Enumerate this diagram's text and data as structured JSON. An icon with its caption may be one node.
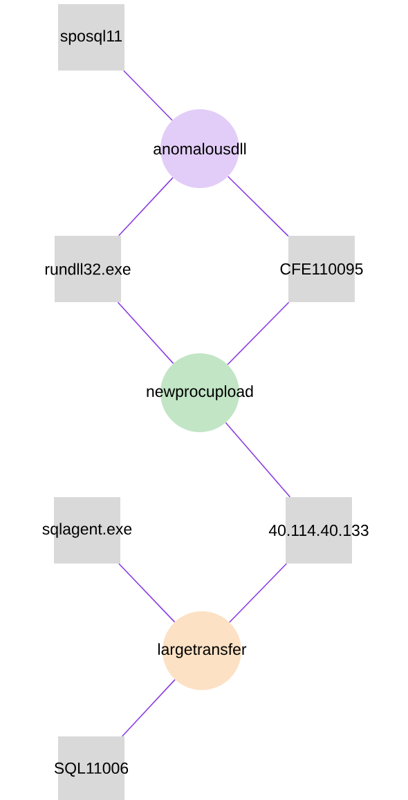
{
  "diagram": {
    "nodes": [
      {
        "text": [
          "sposql11"
        ]
      },
      {
        "text": [
          "anomalousdll"
        ]
      },
      {
        "text": [
          "rundll32.exe"
        ]
      },
      {
        "text": [
          "CFE110095"
        ]
      },
      {
        "text": [
          "newprocupload"
        ]
      },
      {
        "text": [
          "sqlagent.exe"
        ]
      },
      {
        "text": [
          "40.114.40.133"
        ]
      },
      {
        "text": [
          "largetransfer"
        ]
      },
      {
        "text": [
          "SQL11006"
        ]
      }
    ],
    "edges": [
      {
        "from": 0,
        "to": 1,
        "arrow": "none"
      },
      {
        "from": 1,
        "to": 2,
        "arrow": "none"
      },
      {
        "from": 1,
        "to": 3,
        "arrow": "none"
      },
      {
        "from": 2,
        "to": 4,
        "arrow": "none"
      },
      {
        "from": 3,
        "to": 4,
        "arrow": "none"
      },
      {
        "from": 4,
        "to": 6,
        "arrow": "none"
      },
      {
        "from": 5,
        "to": 7,
        "arrow": "none"
      },
      {
        "from": 6,
        "to": 7,
        "arrow": "none"
      },
      {
        "from": 7,
        "to": 8,
        "arrow": "none"
      }
    ]
  }
}
